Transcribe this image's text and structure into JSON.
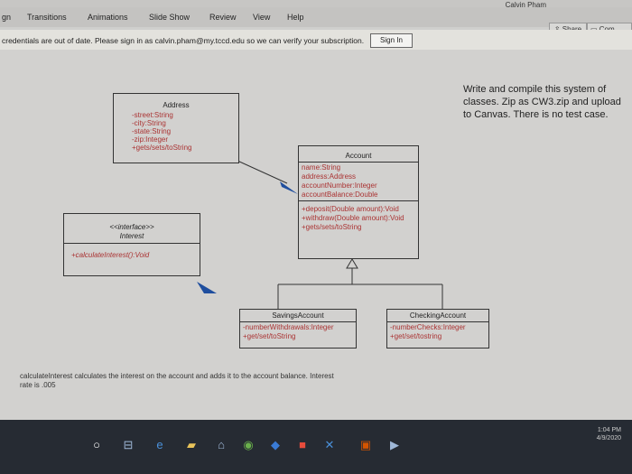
{
  "titlebar": {
    "user": "Calvin Pham"
  },
  "ribbon": {
    "tabs": [
      "gn",
      "Transitions",
      "Animations",
      "Slide Show",
      "Review",
      "View",
      "Help"
    ],
    "share": "Share",
    "comments": "Com"
  },
  "message_bar": {
    "text": "credentials are out of date. Please sign in as calvin.pham@my.tccd.edu so we can verify your subscription.",
    "sign_in": "Sign In"
  },
  "slide": {
    "instructions": "Write and compile this system of classes. Zip as CW3.zip and upload to Canvas. There is no test case.",
    "address": {
      "name": "Address",
      "attrs": [
        "-street:String",
        "-city:String",
        "-state:String",
        "-zip:Integer",
        "+gets/sets/toString"
      ]
    },
    "account": {
      "name": "Account",
      "attrs": [
        "name:String",
        "address:Address",
        "accountNumber:Integer",
        "accountBalance:Double"
      ],
      "methods": [
        "+deposit(Double amount):Void",
        "+withdraw(Double amount):Void",
        "+gets/sets/toString"
      ]
    },
    "interface": {
      "stereotype": "<<interface>>",
      "name": "Interest",
      "methods": [
        "+calculateInterest():Void"
      ]
    },
    "savings": {
      "name": "SavingsAccount",
      "attrs": [
        "-numberWithdrawals:Integer",
        "+get/set/toString"
      ]
    },
    "checking": {
      "name": "CheckingAccount",
      "attrs": [
        "-numberChecks:Integer",
        "+get/set/tostring"
      ]
    },
    "footer": "calculateInterest calculates the interest on the account and adds it to the account balance. Interest rate is .005"
  },
  "taskbar": {
    "time": "1:04 PM",
    "date": "4/9/2020"
  }
}
